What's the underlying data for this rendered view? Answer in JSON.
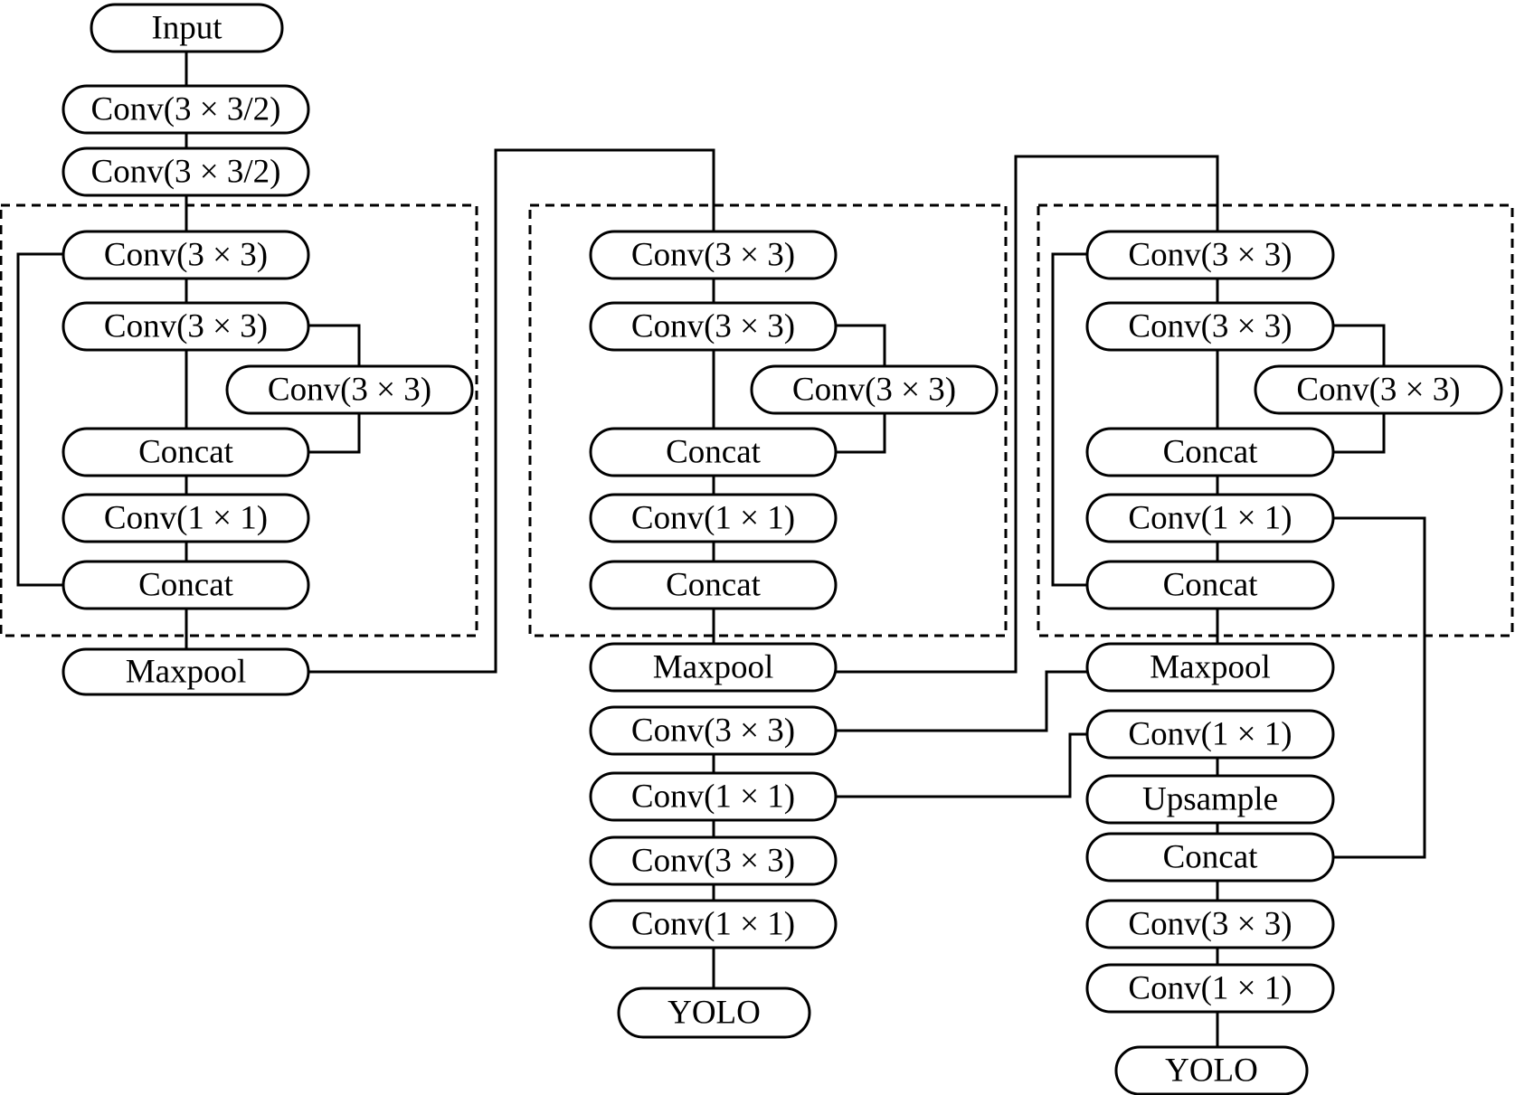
{
  "diagram": {
    "type": "flowchart",
    "title": "",
    "nodes": {
      "input": "Input",
      "c1_conv_s2_a": "Conv(3 × 3/2)",
      "c1_conv_s2_b": "Conv(3 × 3/2)",
      "c1_conv_a": "Conv(3 × 3)",
      "c1_conv_b": "Conv(3 × 3)",
      "c1_conv_branch": "Conv(3 × 3)",
      "c1_concat_a": "Concat",
      "c1_conv_1x1": "Conv(1 × 1)",
      "c1_concat_b": "Concat",
      "c1_maxpool": "Maxpool",
      "c2_conv_a": "Conv(3 × 3)",
      "c2_conv_b": "Conv(3 × 3)",
      "c2_conv_branch": "Conv(3 × 3)",
      "c2_concat_a": "Concat",
      "c2_conv_1x1": "Conv(1 × 1)",
      "c2_concat_b": "Concat",
      "c2_maxpool": "Maxpool",
      "c2_conv_c": "Conv(3 × 3)",
      "c2_conv_1x1_b": "Conv(1 × 1)",
      "c2_conv_d": "Conv(3 × 3)",
      "c2_conv_1x1_c": "Conv(1 × 1)",
      "c2_yolo": "YOLO",
      "c3_conv_a": "Conv(3 × 3)",
      "c3_conv_b": "Conv(3 × 3)",
      "c3_conv_branch": "Conv(3 × 3)",
      "c3_concat_a": "Concat",
      "c3_conv_1x1": "Conv(1 × 1)",
      "c3_concat_b": "Concat",
      "c3_maxpool": "Maxpool",
      "c3_conv_1x1_b": "Conv(1 × 1)",
      "c3_upsample": "Upsample",
      "c3_concat_c": "Concat",
      "c3_conv_c": "Conv(3 × 3)",
      "c3_conv_1x1_c": "Conv(1 × 1)",
      "c3_yolo": "YOLO"
    },
    "edges": [
      [
        "input",
        "c1_conv_s2_a"
      ],
      [
        "c1_conv_s2_a",
        "c1_conv_s2_b"
      ],
      [
        "c1_conv_s2_b",
        "c1_conv_a"
      ],
      [
        "c1_conv_a",
        "c1_conv_b"
      ],
      [
        "c1_conv_b",
        "c1_conv_branch"
      ],
      [
        "c1_conv_b",
        "c1_concat_a"
      ],
      [
        "c1_conv_branch",
        "c1_concat_a"
      ],
      [
        "c1_concat_a",
        "c1_conv_1x1"
      ],
      [
        "c1_conv_1x1",
        "c1_concat_b"
      ],
      [
        "c1_conv_a",
        "c1_concat_b"
      ],
      [
        "c1_concat_b",
        "c1_maxpool"
      ],
      [
        "c1_maxpool",
        "c2_conv_a"
      ],
      [
        "c2_conv_a",
        "c2_conv_b"
      ],
      [
        "c2_conv_b",
        "c2_conv_branch"
      ],
      [
        "c2_conv_b",
        "c2_concat_a"
      ],
      [
        "c2_conv_branch",
        "c2_concat_a"
      ],
      [
        "c2_concat_a",
        "c2_conv_1x1"
      ],
      [
        "c2_conv_1x1",
        "c2_concat_b"
      ],
      [
        "c2_concat_b",
        "c2_maxpool"
      ],
      [
        "c2_maxpool",
        "c3_conv_a"
      ],
      [
        "c2_conv_c",
        "c2_conv_1x1_b"
      ],
      [
        "c2_conv_1x1_b",
        "c2_conv_d"
      ],
      [
        "c2_conv_d",
        "c2_conv_1x1_c"
      ],
      [
        "c2_conv_1x1_c",
        "c2_yolo"
      ],
      [
        "c3_conv_a",
        "c3_conv_b"
      ],
      [
        "c3_conv_b",
        "c3_conv_branch"
      ],
      [
        "c3_conv_b",
        "c3_concat_a"
      ],
      [
        "c3_conv_branch",
        "c3_concat_a"
      ],
      [
        "c3_concat_a",
        "c3_conv_1x1"
      ],
      [
        "c3_conv_1x1",
        "c3_concat_b"
      ],
      [
        "c3_conv_a",
        "c3_concat_b"
      ],
      [
        "c3_concat_b",
        "c3_maxpool"
      ],
      [
        "c3_maxpool",
        "c2_conv_c"
      ],
      [
        "c2_conv_1x1_b",
        "c3_conv_1x1_b"
      ],
      [
        "c3_conv_1x1_b",
        "c3_upsample"
      ],
      [
        "c3_upsample",
        "c3_concat_c"
      ],
      [
        "c3_conv_1x1",
        "c3_concat_c"
      ],
      [
        "c3_concat_c",
        "c3_conv_c"
      ],
      [
        "c3_conv_c",
        "c3_conv_1x1_c"
      ],
      [
        "c3_conv_1x1_c",
        "c3_yolo"
      ]
    ],
    "groups": [
      {
        "name": "block-1",
        "label": ""
      },
      {
        "name": "block-2",
        "label": ""
      },
      {
        "name": "block-3",
        "label": ""
      }
    ]
  }
}
